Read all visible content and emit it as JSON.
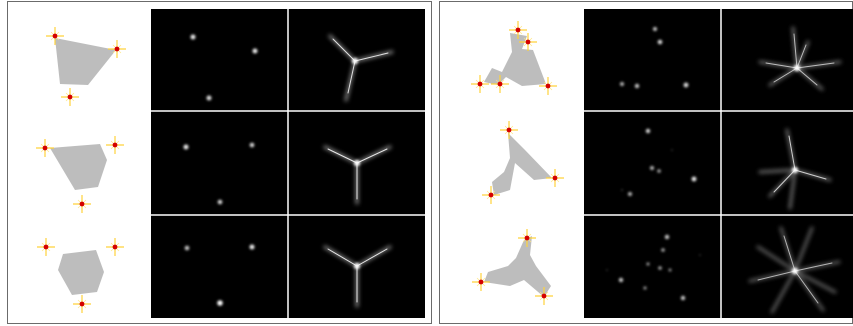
{
  "colors": {
    "background": "#ffffff",
    "frame_border": "#6b6b6b",
    "shape_fill": "#bdbdbd",
    "marker_red": "#d40000",
    "marker_star": "#ffd23a",
    "panel_bg": "#000000",
    "separator": "#ffffff"
  },
  "figures": [
    {
      "id": "left",
      "rows": [
        {
          "shape": "quadrilateral",
          "markers": 3
        },
        {
          "shape": "pentagon",
          "markers": 3
        },
        {
          "shape": "hexagon",
          "markers": 3
        }
      ]
    },
    {
      "id": "right",
      "rows": [
        {
          "shape": "concave-tripod",
          "markers": 5
        },
        {
          "shape": "two-arm-concave",
          "markers": 3
        },
        {
          "shape": "three-lobe",
          "markers": 3
        }
      ]
    }
  ]
}
